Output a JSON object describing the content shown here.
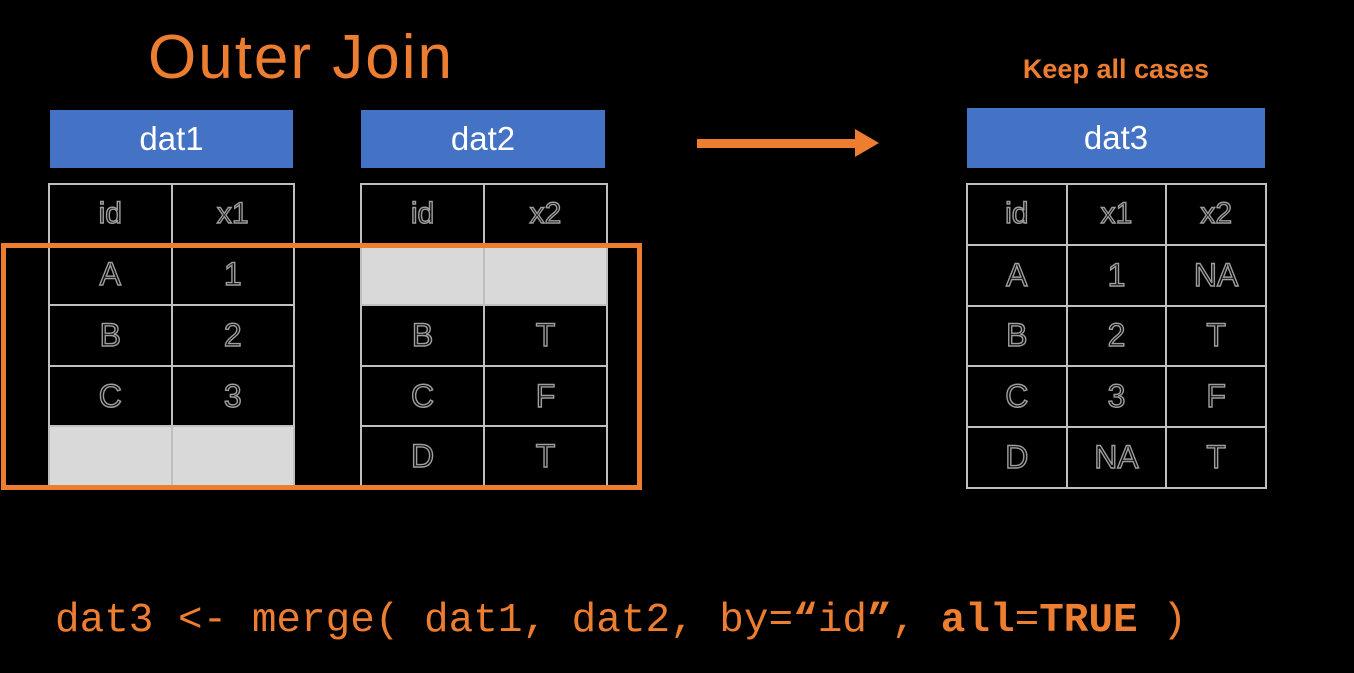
{
  "title": "Outer Join",
  "annotation": "Keep all cases",
  "colors": {
    "background": "#000000",
    "accent_orange": "#ED7D31",
    "header_blue": "#4472C4",
    "header_text": "#FFFFFF",
    "empty_row_gray": "#D9D9D9",
    "table_border_gray": "#BFBFBF",
    "cell_text_gray": "#9E9E9E"
  },
  "tables": {
    "dat1": {
      "title": "dat1",
      "columns": [
        "id",
        "x1"
      ],
      "rows": [
        [
          "A",
          "1"
        ],
        [
          "B",
          "2"
        ],
        [
          "C",
          "3"
        ],
        [
          "",
          ""
        ]
      ]
    },
    "dat2": {
      "title": "dat2",
      "columns": [
        "id",
        "x2"
      ],
      "rows": [
        [
          "",
          ""
        ],
        [
          "B",
          "T"
        ],
        [
          "C",
          "F"
        ],
        [
          "D",
          "T"
        ]
      ]
    },
    "dat3": {
      "title": "dat3",
      "columns": [
        "id",
        "x1",
        "x2"
      ],
      "rows": [
        [
          "A",
          "1",
          "NA"
        ],
        [
          "B",
          "2",
          "T"
        ],
        [
          "C",
          "3",
          "F"
        ],
        [
          "D",
          "NA",
          "T"
        ]
      ]
    }
  },
  "code": {
    "segments": [
      {
        "text": "dat3 <- merge( dat1, dat2, by=",
        "bold": false
      },
      {
        "text": "“",
        "bold": true
      },
      {
        "text": "id",
        "bold": false
      },
      {
        "text": "”",
        "bold": true
      },
      {
        "text": ", ",
        "bold": false
      },
      {
        "text": "all",
        "bold": true
      },
      {
        "text": "=",
        "bold": false
      },
      {
        "text": "TRUE",
        "bold": true
      },
      {
        "text": " )",
        "bold": false
      }
    ]
  }
}
